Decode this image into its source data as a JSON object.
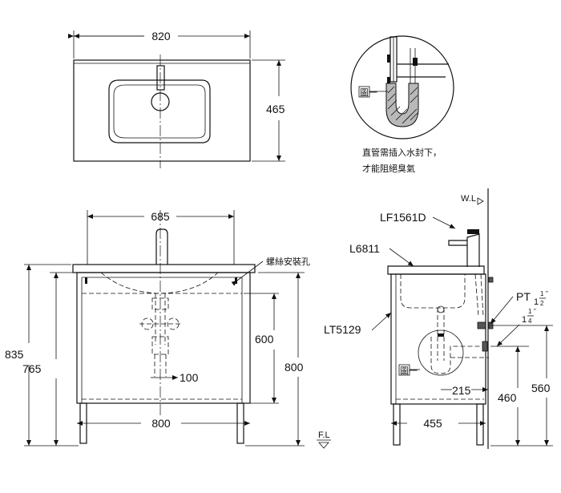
{
  "top_view": {
    "width_label": "820",
    "depth_label": "465"
  },
  "detail": {
    "marker_label": "圖一",
    "note_line1": "直管需插入水封下，",
    "note_line2": "才能阻絕臭氣"
  },
  "front_view": {
    "basin_width_label": "685",
    "screw_hole_label": "螺絲安裝孔",
    "height_835_label": "835",
    "height_765_label": "765",
    "height_600_label": "600",
    "height_800_label": "800",
    "drain_offset_label": "100",
    "cabinet_width_label": "800",
    "floor_label": "F.L"
  },
  "side_view": {
    "water_level_label": "W.L",
    "faucet_label": "LF1561D",
    "basin_label": "L6811",
    "cabinet_label": "LT5129",
    "pt_label": "PT",
    "pt_whole": "1",
    "pt_num": "1",
    "pt_den": "2",
    "pipe_whole": "1",
    "pipe_num": "1",
    "pipe_den": "4",
    "marker_label": "圖一",
    "drain_depth_label": "215",
    "cabinet_depth_label": "455",
    "height_460_label": "460",
    "height_560_label": "560"
  }
}
